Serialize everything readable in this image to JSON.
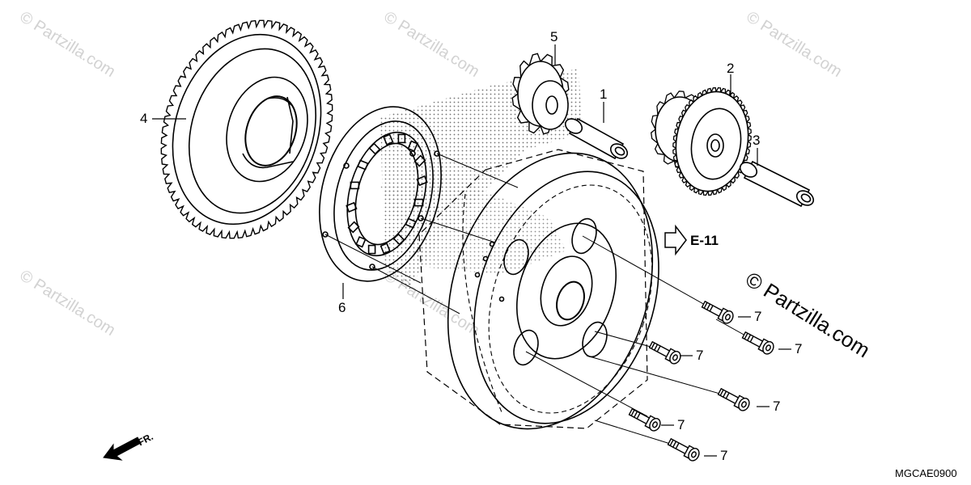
{
  "watermark": {
    "text": "© Partzilla.com",
    "prominent_text": "© Partzilla.com"
  },
  "callouts": [
    "1",
    "2",
    "3",
    "4",
    "5",
    "6",
    "7",
    "7",
    "7",
    "7",
    "7",
    "7"
  ],
  "reference": {
    "label": "E-11"
  },
  "orientation": {
    "label": "FR."
  },
  "diagram_code": "MGCAE0900",
  "parts": [
    {
      "ref": "1",
      "icon": "pin-icon"
    },
    {
      "ref": "2",
      "icon": "reduction-gear-icon"
    },
    {
      "ref": "3",
      "icon": "pin-icon"
    },
    {
      "ref": "4",
      "icon": "driven-gear-icon"
    },
    {
      "ref": "5",
      "icon": "idle-gear-icon"
    },
    {
      "ref": "6",
      "icon": "one-way-clutch-icon"
    },
    {
      "ref": "7",
      "icon": "bolt-icon"
    }
  ],
  "colors": {
    "line": "#000000",
    "watermark": "#d2d2d2",
    "background": "#ffffff"
  }
}
